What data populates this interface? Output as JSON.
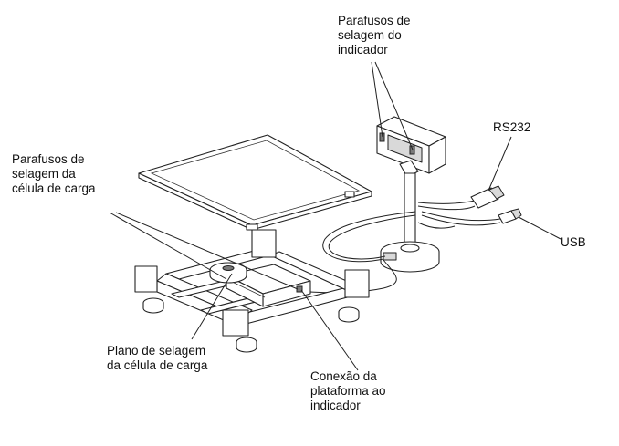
{
  "labels": {
    "indicator_seal_screws": "Parafusos de\nselagem do\nindicador",
    "rs232": "RS232",
    "loadcell_seal_screws": "Parafusos de\nselagem da\ncélula de carga",
    "usb": "USB",
    "loadcell_seal_plane": "Plano de selagem\nda célula de carga",
    "platform_connection": "Conexão da\nplataforma ao\nindicador"
  }
}
